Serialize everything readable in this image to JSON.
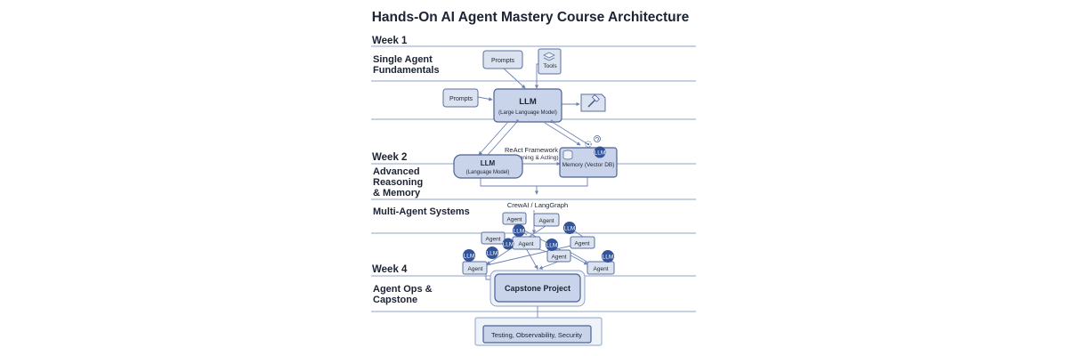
{
  "title": "Hands-On AI Agent Mastery Course Architecture",
  "sections": {
    "week1_label": "Week 1",
    "week1_title_line1": "Single Agent",
    "week1_title_line2": "Fundamentals",
    "week2_label": "Week 2",
    "week2_title_line1": "Advanced",
    "week2_title_line2": "Reasoning",
    "week2_title_line3": "& Memory",
    "multi_title": "Multi-Agent Systems",
    "week4_label": "Week 4",
    "week4_title_line1": "Agent Ops &",
    "week4_title_line2": "Capstone"
  },
  "week1": {
    "prompts_top": "Prompts",
    "tools": "Tools",
    "prompts_left": "Prompts",
    "llm_title": "LLM",
    "llm_sub": "(Large Language Model)"
  },
  "week2": {
    "react_line1": "ReAct Framework",
    "react_line2": "(Reasoning & Acting)",
    "llm_title": "LLM",
    "llm_sub": "(Language Model)",
    "memory": "Memory (Vector DB)",
    "llm_badge": "LLM"
  },
  "multi": {
    "framework": "CrewAI / LangGraph",
    "agent": "Agent",
    "llm": "LLM"
  },
  "week4": {
    "capstone": "Capstone Project",
    "testing": "Testing, Observability, Security"
  },
  "colors": {
    "box_fill": "#dbe3f1",
    "box_stroke": "#5b6f9c",
    "llm_circle": "#33539a",
    "rule_line": "#8fa3c8"
  }
}
